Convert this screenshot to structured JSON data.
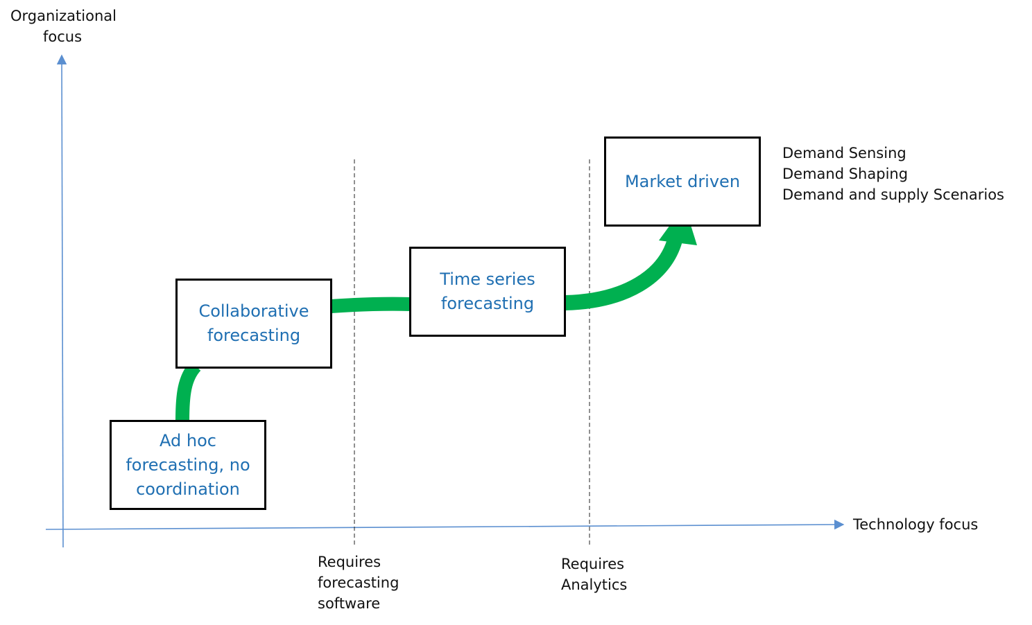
{
  "axes": {
    "y_label_lines": [
      "Organizational",
      "focus"
    ],
    "x_label": "Technology focus"
  },
  "markers": [
    {
      "label_lines": [
        "Requires",
        "forecasting",
        "software"
      ]
    },
    {
      "label_lines": [
        "Requires",
        "Analytics"
      ]
    }
  ],
  "stages": [
    {
      "label_lines": [
        "Ad hoc",
        "forecasting, no",
        "coordination"
      ]
    },
    {
      "label_lines": [
        "Collaborative",
        "forecasting"
      ]
    },
    {
      "label_lines": [
        "Time series",
        "forecasting"
      ]
    },
    {
      "label_lines": [
        "Market driven"
      ]
    }
  ],
  "capabilities": [
    "Demand Sensing",
    "Demand Shaping",
    "Demand and supply Scenarios"
  ],
  "colors": {
    "axis": "#5b8fd0",
    "path": "#00b050",
    "stage_text": "#1f6fb2",
    "box_border": "#000000"
  }
}
